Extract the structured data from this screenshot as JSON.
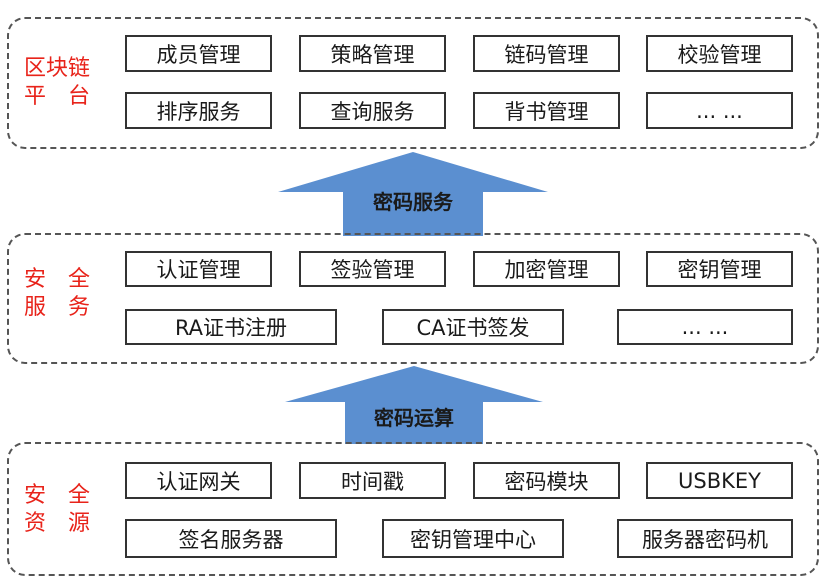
{
  "colors": {
    "label": "#e8231a",
    "arrow": "#5b8fd0",
    "border": "#333333"
  },
  "platform": {
    "label": "区块链\n平　台",
    "row1": [
      "成员管理",
      "策略管理",
      "链码管理",
      "校验管理"
    ],
    "row2": [
      "排序服务",
      "查询服务",
      "背书管理",
      "... ..."
    ]
  },
  "arrow_top": {
    "label": "密码服务"
  },
  "security_service": {
    "label": "安　全\n服　务",
    "row1": [
      "认证管理",
      "签验管理",
      "加密管理",
      "密钥管理"
    ],
    "row2": [
      "RA证书注册",
      "CA证书签发",
      "... ..."
    ]
  },
  "arrow_bottom": {
    "label": "密码运算"
  },
  "security_resource": {
    "label": "安　全\n资　源",
    "row1": [
      "认证网关",
      "时间戳",
      "密码模块",
      "USBKEY"
    ],
    "row2": [
      "签名服务器",
      "密钥管理中心",
      "服务器密码机"
    ]
  }
}
